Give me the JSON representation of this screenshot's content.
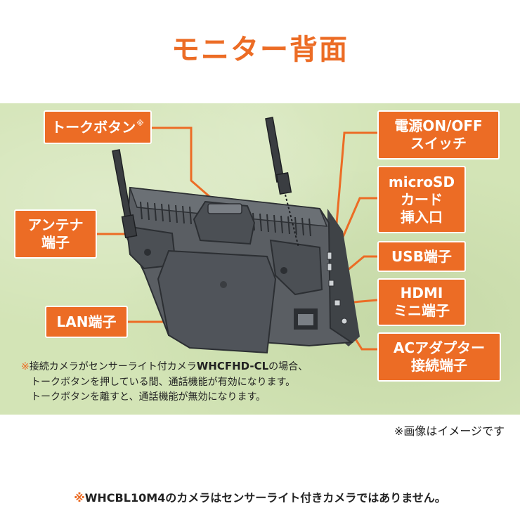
{
  "title": "モニター背面",
  "labels": {
    "talk_button": "トークボタン",
    "talk_button_mark": "※",
    "antenna_line1": "アンテナ",
    "antenna_line2": "端子",
    "lan": "LAN端子",
    "power_line1": "電源ON/OFF",
    "power_line2": "スイッチ",
    "microsd_line1": "microSD",
    "microsd_line2": "カード",
    "microsd_line3": "挿入口",
    "usb": "USB端子",
    "hdmi_line1": "HDMI",
    "hdmi_line2": "ミニ端子",
    "ac_line1": "ACアダプター",
    "ac_line2": "接続端子"
  },
  "note": {
    "mark": "※",
    "part1": "接続カメラがセンサーライト付カメラ",
    "model": "WHCFHD-CL",
    "part2": "の場合、",
    "line2": "トークボタンを押している間、通話機能が有効になります。",
    "line3": "トークボタンを離すと、通話機能が無効になります。"
  },
  "image_note": "※画像はイメージです",
  "footer": {
    "mark": "※",
    "text": "WHCBL10M4のカメラはセンサーライト付きカメラではありません。"
  },
  "colors": {
    "accent": "#ec6c25",
    "panel_bg": "#d3e4b6",
    "device": "#55595e"
  }
}
